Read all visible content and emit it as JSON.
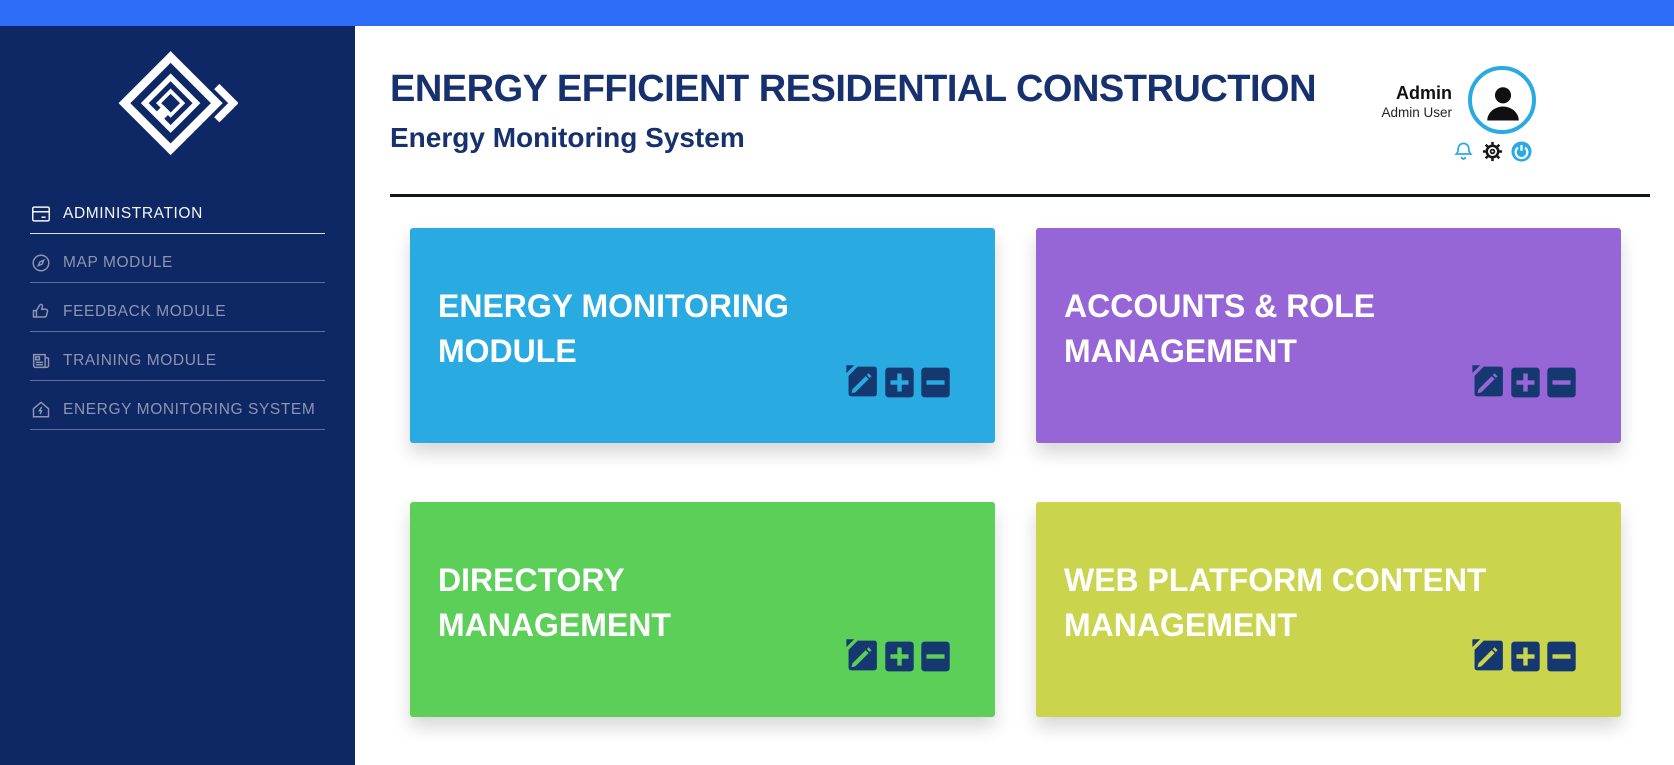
{
  "theme": {
    "topbar": "#2d6cf6",
    "sidebar": "#0e2765",
    "accent": "#29abe2",
    "heading": "#16316e",
    "card_icon_navy": "#14386f"
  },
  "sidebar": {
    "active_item": "ADMINISTRATION",
    "items": [
      {
        "label": "ADMINISTRATION",
        "icon": "panel-icon"
      },
      {
        "label": "MAP MODULE",
        "icon": "compass-icon"
      },
      {
        "label": "FEEDBACK MODULE",
        "icon": "thumbs-up-icon"
      },
      {
        "label": "TRAINING MODULE",
        "icon": "newspaper-icon"
      },
      {
        "label": "ENERGY MONITORING SYSTEM",
        "icon": "house-energy-icon"
      }
    ]
  },
  "header": {
    "title": "ENERGY EFFICIENT RESIDENTIAL CONSTRUCTION",
    "subtitle": "Energy Monitoring System",
    "user": {
      "name": "Admin",
      "role": "Admin User"
    },
    "icons": [
      "bell-icon",
      "gear-icon",
      "power-icon"
    ],
    "avatar_icon": "person-icon"
  },
  "cards": [
    {
      "title": "ENERGY MONITORING MODULE",
      "lines": [
        "ENERGY MONITORING",
        "MODULE"
      ],
      "color": "#29abe2"
    },
    {
      "title": "ACCOUNTS & ROLE MANAGEMENT",
      "lines": [
        "ACCOUNTS & ROLE",
        "MANAGEMENT"
      ],
      "color": "#9766d6"
    },
    {
      "title": "DIRECTORY MANAGEMENT",
      "lines": [
        "DIRECTORY",
        "MANAGEMENT"
      ],
      "color": "#5ccf58"
    },
    {
      "title": "WEB PLATFORM CONTENT MANAGEMENT",
      "lines": [
        "WEB PLATFORM CONTENT",
        "MANAGEMENT"
      ],
      "color": "#cbd44d"
    }
  ],
  "card_action_icons": [
    "edit-icon",
    "add-icon",
    "remove-icon"
  ]
}
